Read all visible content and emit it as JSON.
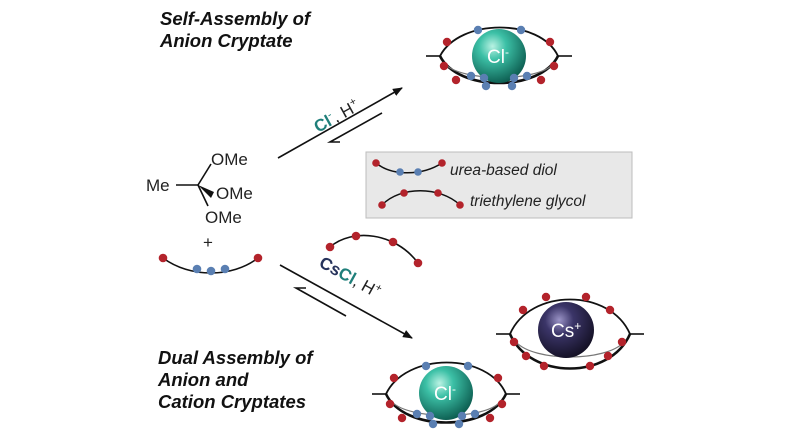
{
  "titles": {
    "top": [
      "Self-Assembly of",
      "Anion Cryptate"
    ],
    "bottom": [
      "Dual Assembly of",
      "Anion and",
      "Cation Cryptates"
    ]
  },
  "reagents": {
    "top": {
      "ion": "Cl",
      "charge": "-",
      "rest": ", H",
      "plus": "+"
    },
    "bottom": {
      "cation_part": "Cs",
      "anion_part": "Cl",
      "rest": ", H",
      "plus": "+"
    }
  },
  "orthoester": {
    "me": "Me",
    "ome_top": "OMe",
    "ome_mid": "OMe",
    "ome_bot": "OMe",
    "plus": "+"
  },
  "legend": {
    "urea_label": "urea-based diol",
    "glycol_label": "triethylene glycol"
  },
  "ions": {
    "anion_symbol": "Cl",
    "anion_charge": "-",
    "cation_symbol": "Cs",
    "cation_charge": "+"
  },
  "colors": {
    "oxygen_red": "#b3232b",
    "urea_blue": "#5a7fb2",
    "chloride_teal": "#1c9a84",
    "cesium_purple": "#2d2848",
    "cl_label_teal": "#1f7f7a",
    "cs_label_navy": "#27335c",
    "legend_bg": "#e8e8e8"
  }
}
